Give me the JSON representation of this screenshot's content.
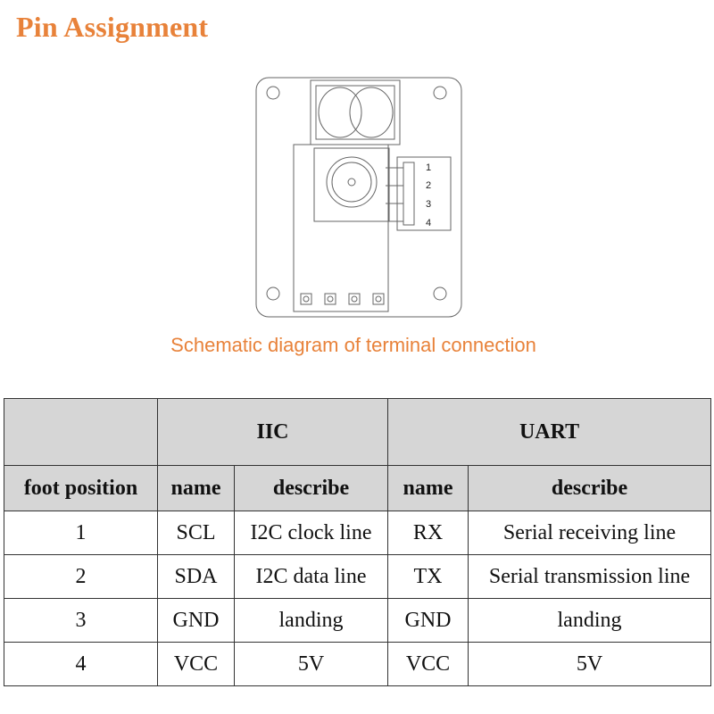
{
  "title": "Pin Assignment",
  "diagram": {
    "caption": "Schematic diagram of terminal connection",
    "pin_numbers": [
      "1",
      "2",
      "3",
      "4"
    ]
  },
  "table": {
    "groups": [
      "IIC",
      "UART"
    ],
    "headers": {
      "foot_position": "foot position",
      "iic_name": "name",
      "iic_describe": "describe",
      "uart_name": "name",
      "uart_describe": "describe"
    },
    "rows": [
      {
        "pos": "1",
        "iic_name": "SCL",
        "iic_desc": "I2C clock line",
        "uart_name": "RX",
        "uart_desc": "Serial receiving line"
      },
      {
        "pos": "2",
        "iic_name": "SDA",
        "iic_desc": "I2C data line",
        "uart_name": "TX",
        "uart_desc": "Serial transmission line"
      },
      {
        "pos": "3",
        "iic_name": "GND",
        "iic_desc": "landing",
        "uart_name": "GND",
        "uart_desc": "landing"
      },
      {
        "pos": "4",
        "iic_name": "VCC",
        "iic_desc": "5V",
        "uart_name": "VCC",
        "uart_desc": "5V"
      }
    ]
  },
  "colors": {
    "accent": "#e8823a",
    "header_bg": "#d6d6d6",
    "line": "#555555"
  }
}
